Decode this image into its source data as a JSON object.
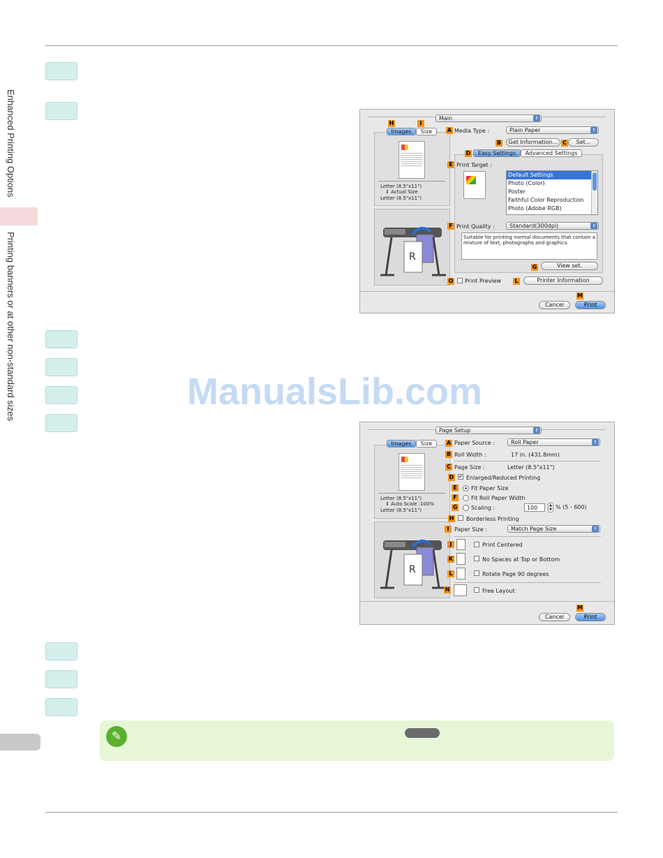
{
  "side": {
    "chapter": "Enhanced Printing Options",
    "section": "Printing banners or at other non-standard sizes"
  },
  "watermark": "ManualsLib.com",
  "dialog1": {
    "panel_menu": "Main",
    "tab_images": "Images",
    "tab_size": "Size",
    "media_type_label": "Media Type :",
    "media_type_value": "Plain Paper",
    "get_info": "Get Information...",
    "set": "Set...",
    "easy_settings": "Easy Settings",
    "advanced_settings": "Advanced Settings",
    "print_target_label": "Print Target :",
    "print_targets": [
      "Default Settings",
      "Photo (Color)",
      "Poster",
      "Faithful Color Reproduction",
      "Photo (Adobe RGB)"
    ],
    "print_quality_label": "Print Quality :",
    "print_quality_value": "Standard(300dpi)",
    "description": "Suitable for printing normal documents that contain a mixture of text, photographs and graphics.",
    "view_set": "View set.",
    "print_preview": "Print Preview",
    "printer_information": "Printer Information",
    "cancel": "Cancel",
    "print": "Print",
    "paper_from": "Letter (8.5\"x11\")",
    "scale_text": "Actual Size",
    "paper_to": "Letter (8.5\"x11\")",
    "letters": {
      "A": "A",
      "B": "B",
      "C": "C",
      "D": "D",
      "E": "E",
      "F": "F",
      "G": "G",
      "H": "H",
      "I": "I",
      "L": "L",
      "M": "M",
      "O": "O"
    }
  },
  "dialog2": {
    "panel_menu": "Page Setup",
    "tab_images": "Images",
    "tab_size": "Size",
    "paper_source_label": "Paper Source :",
    "paper_source_value": "Roll Paper",
    "roll_width_label": "Roll Width :",
    "roll_width_value": "17 in. (431.8mm)",
    "page_size_label": "Page Size :",
    "page_size_value": "Letter (8.5\"x11\")",
    "enlarged_reduced": "Enlarged/Reduced Printing",
    "fit_paper_size": "Fit Paper Size",
    "fit_roll_paper_width": "Fit Roll Paper Width",
    "scaling_label": "Scaling :",
    "scaling_value": "100",
    "scaling_range": "% (5 - 600)",
    "borderless": "Borderless Printing",
    "paper_size_label": "Paper Size :",
    "paper_size_value": "Match Page Size",
    "print_centered": "Print Centered",
    "no_spaces": "No Spaces at Top or Bottom",
    "rotate_page": "Rotate Page 90 degrees",
    "free_layout": "Free Layout",
    "cancel": "Cancel",
    "print": "Print",
    "paper_from": "Letter (8.5\"x11\")",
    "scale_text": "Auto Scale :100%",
    "paper_to": "Letter (8.5\"x11\")",
    "letters": {
      "A": "A",
      "B": "B",
      "C": "C",
      "D": "D",
      "E": "E",
      "F": "F",
      "G": "G",
      "H": "H",
      "I": "I",
      "J": "J",
      "K": "K",
      "L": "L",
      "M": "M",
      "N": "N"
    }
  },
  "colors": {
    "step_box": "#d4efec",
    "label_orange": "#f29419",
    "note_bg": "#e7f6d6",
    "note_icon": "#5bb02f",
    "side_tab": "#f4d9dc"
  }
}
